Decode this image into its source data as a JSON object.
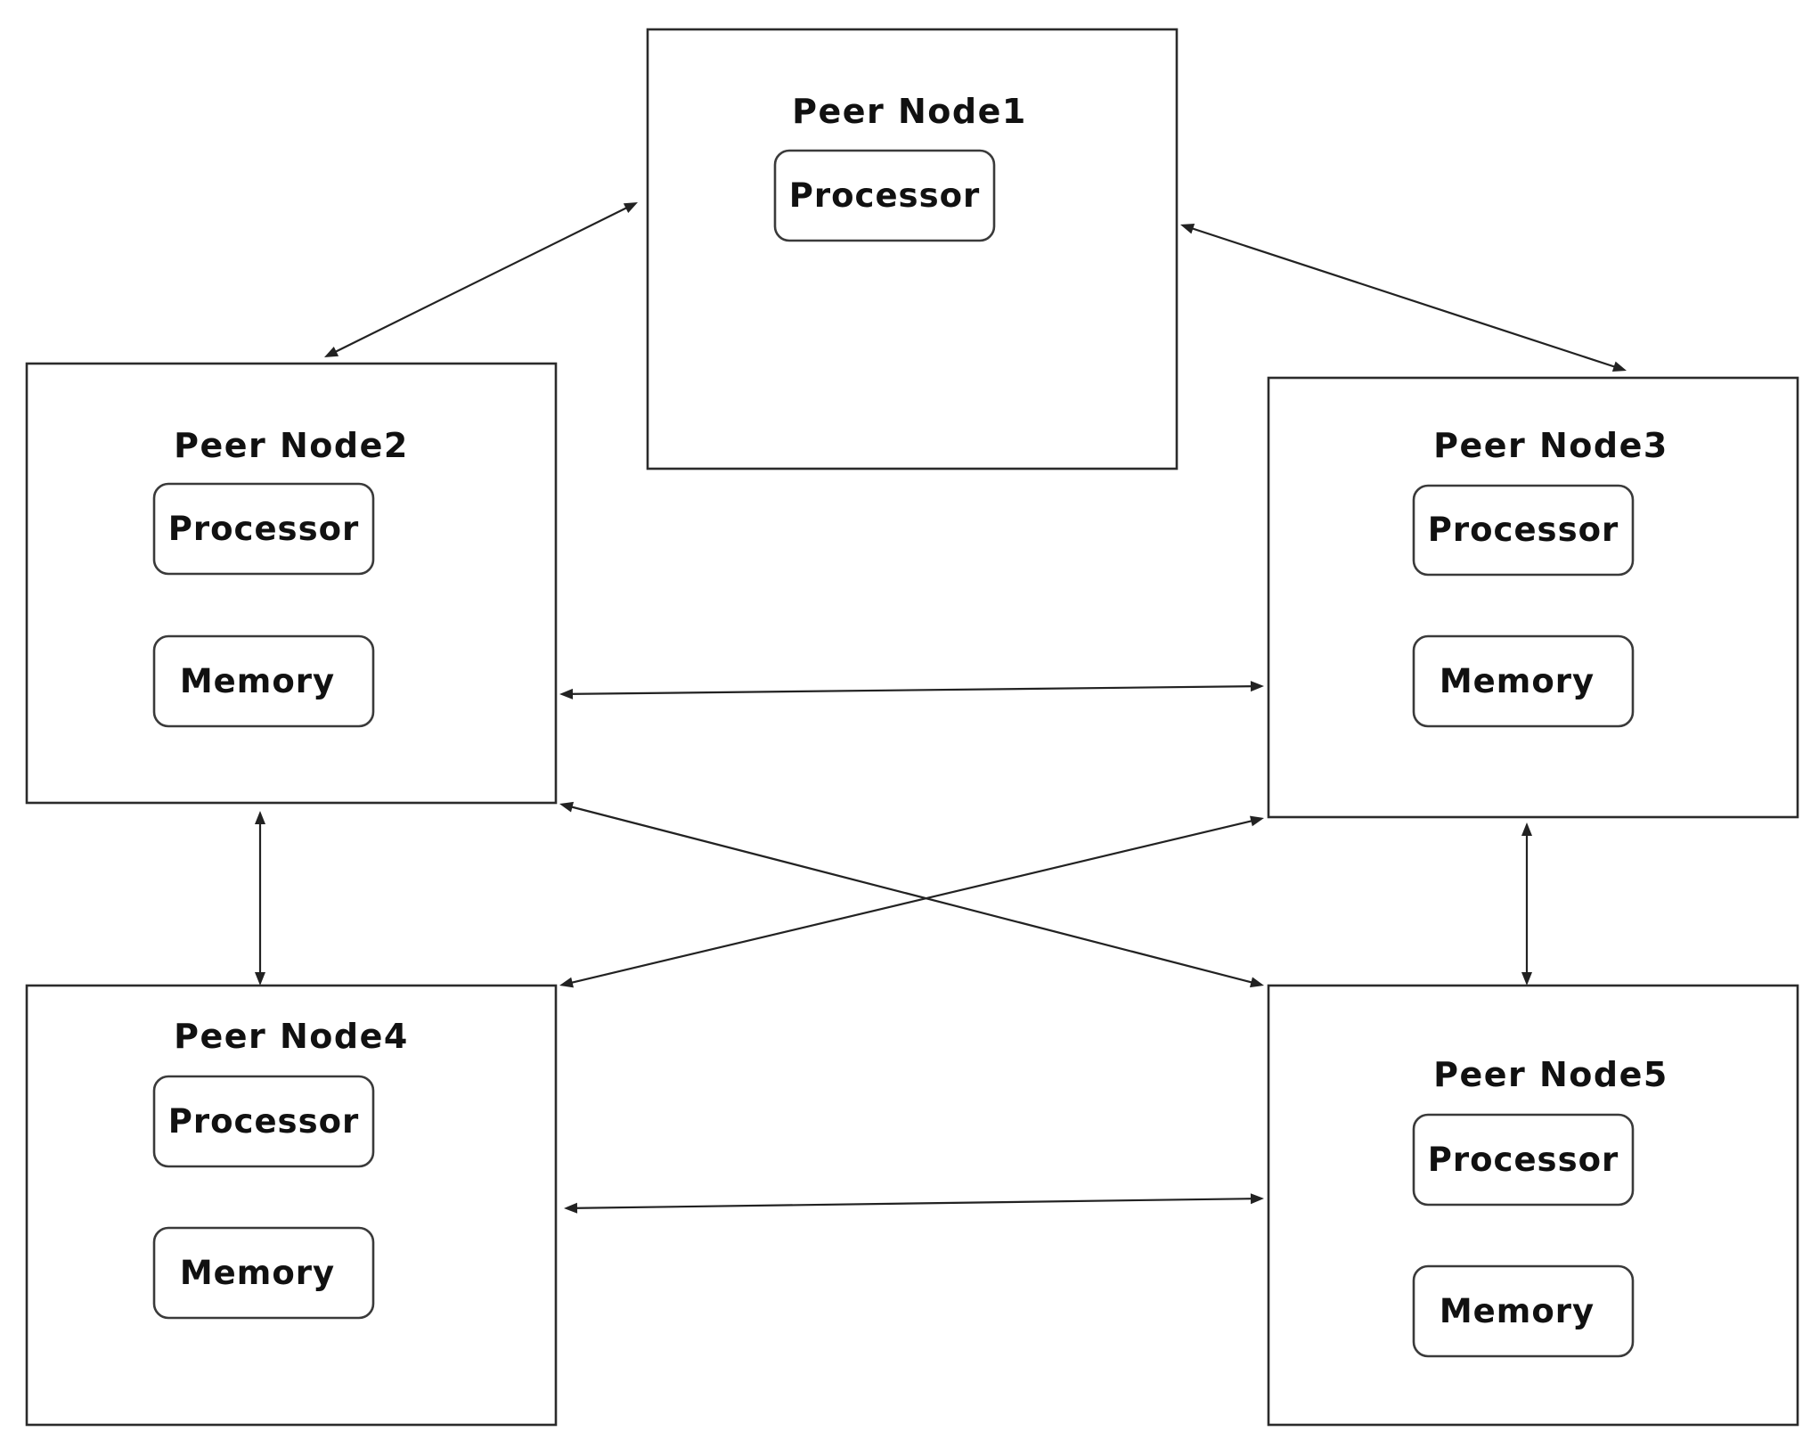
{
  "nodes": [
    {
      "id": "n1",
      "title": "Peer Node1",
      "components": [
        "Processor"
      ]
    },
    {
      "id": "n2",
      "title": "Peer Node2",
      "components": [
        "Processor",
        "Memory"
      ]
    },
    {
      "id": "n3",
      "title": "Peer Node3",
      "components": [
        "Processor",
        "Memory"
      ]
    },
    {
      "id": "n4",
      "title": "Peer Node4",
      "components": [
        "Processor",
        "Memory"
      ]
    },
    {
      "id": "n5",
      "title": "Peer Node5",
      "components": [
        "Processor",
        "Memory"
      ]
    }
  ],
  "connections": [
    {
      "from": "Peer Node1",
      "to": "Peer Node2",
      "direction": "bidirectional"
    },
    {
      "from": "Peer Node1",
      "to": "Peer Node3",
      "direction": "bidirectional"
    },
    {
      "from": "Peer Node2",
      "to": "Peer Node3",
      "direction": "bidirectional"
    },
    {
      "from": "Peer Node2",
      "to": "Peer Node4",
      "direction": "bidirectional"
    },
    {
      "from": "Peer Node2",
      "to": "Peer Node5",
      "direction": "bidirectional"
    },
    {
      "from": "Peer Node3",
      "to": "Peer Node4",
      "direction": "bidirectional"
    },
    {
      "from": "Peer Node3",
      "to": "Peer Node5",
      "direction": "bidirectional"
    },
    {
      "from": "Peer Node4",
      "to": "Peer Node5",
      "direction": "bidirectional"
    }
  ],
  "colors": {
    "line": "#222222",
    "box_border": "#2b2b2b",
    "background": "#ffffff"
  }
}
